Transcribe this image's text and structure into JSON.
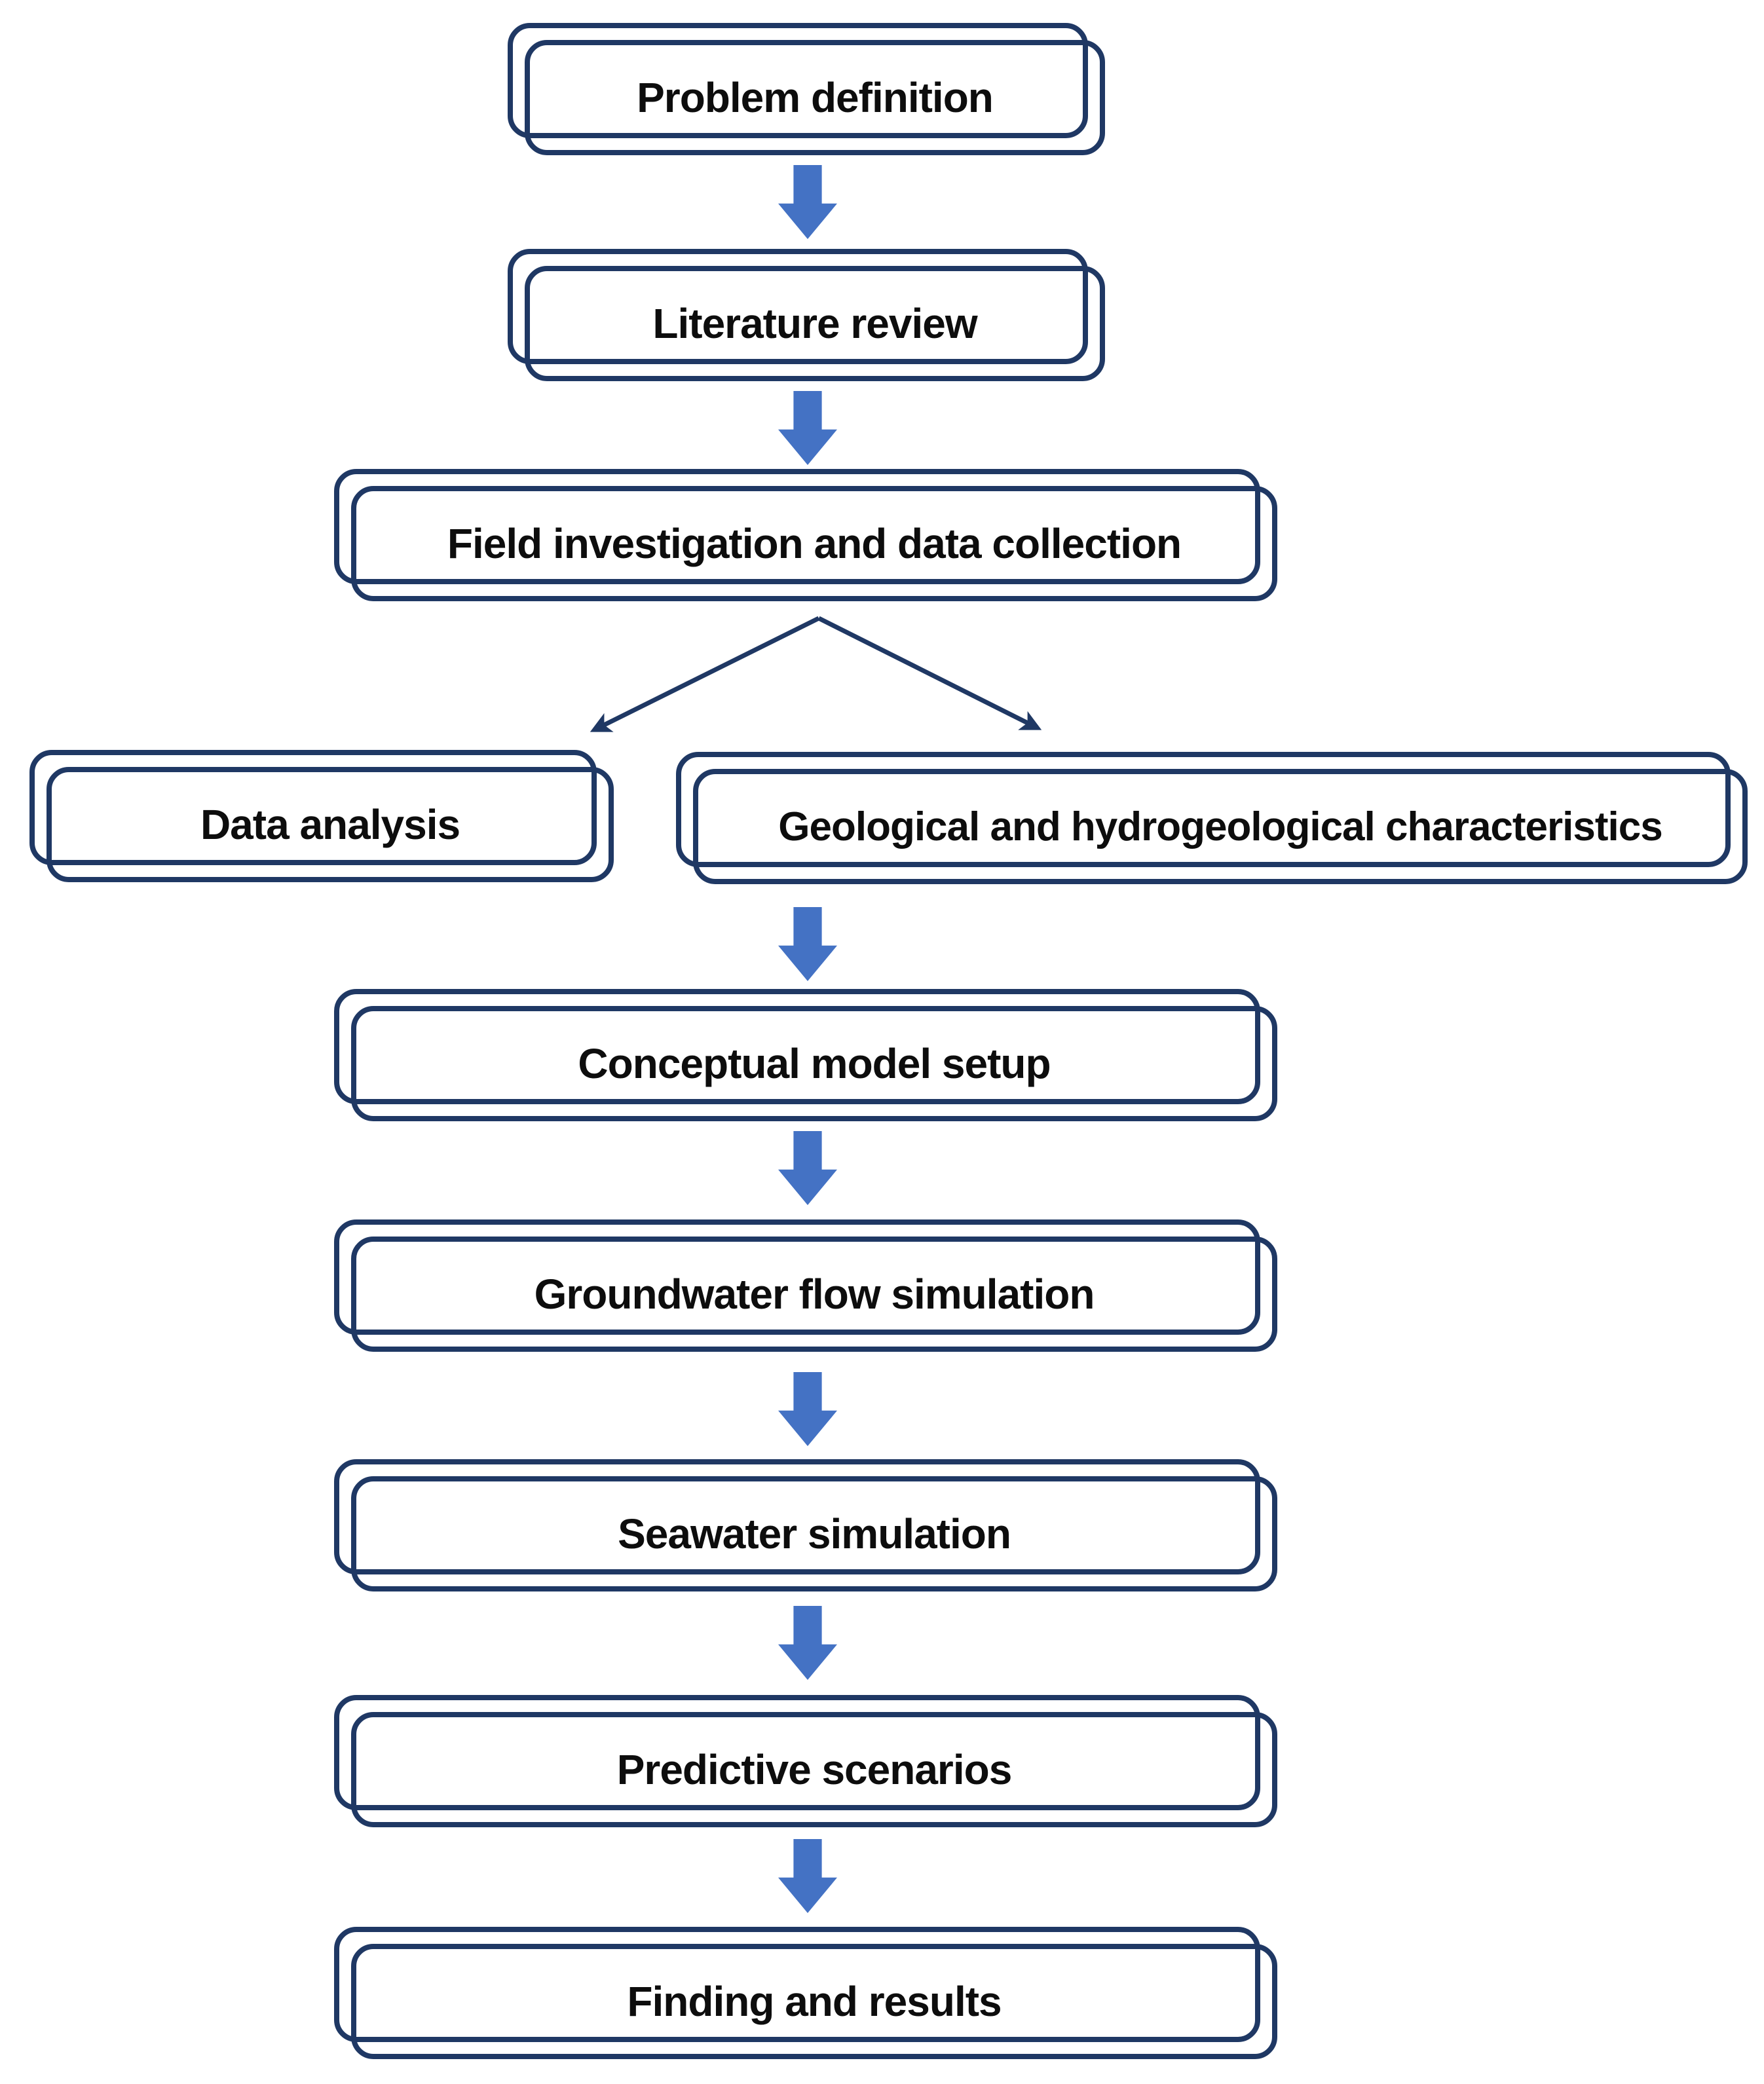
{
  "boxes": [
    {
      "id": "problem-definition",
      "label": "Problem definition"
    },
    {
      "id": "literature-review",
      "label": "Literature review"
    },
    {
      "id": "field-investigation",
      "label": "Field investigation and data collection"
    },
    {
      "id": "data-analysis",
      "label": "Data analysis"
    },
    {
      "id": "geological-characteristics",
      "label": "Geological and hydrogeological characteristics"
    },
    {
      "id": "conceptual-model",
      "label": "Conceptual model setup"
    },
    {
      "id": "groundwater-flow",
      "label": "Groundwater flow simulation"
    },
    {
      "id": "seawater-simulation",
      "label": "Seawater simulation"
    },
    {
      "id": "predictive-scenarios",
      "label": "Predictive scenarios"
    },
    {
      "id": "finding-results",
      "label": "Finding and results"
    }
  ],
  "edges": [
    {
      "from": "problem-definition",
      "to": "literature-review",
      "style": "block-arrow"
    },
    {
      "from": "literature-review",
      "to": "field-investigation",
      "style": "block-arrow"
    },
    {
      "from": "field-investigation",
      "to": "data-analysis",
      "style": "thin-split-arrow"
    },
    {
      "from": "field-investigation",
      "to": "geological-characteristics",
      "style": "thin-split-arrow"
    },
    {
      "from": "geological-characteristics",
      "to": "conceptual-model",
      "style": "block-arrow"
    },
    {
      "from": "conceptual-model",
      "to": "groundwater-flow",
      "style": "block-arrow"
    },
    {
      "from": "groundwater-flow",
      "to": "seawater-simulation",
      "style": "block-arrow"
    },
    {
      "from": "seawater-simulation",
      "to": "predictive-scenarios",
      "style": "block-arrow"
    },
    {
      "from": "predictive-scenarios",
      "to": "finding-results",
      "style": "block-arrow"
    }
  ],
  "colors": {
    "border": "#1F3864",
    "arrow": "#4472C4",
    "connector": "#1F3864",
    "text": "#0d0d0d",
    "background": "#FFFFFF"
  }
}
